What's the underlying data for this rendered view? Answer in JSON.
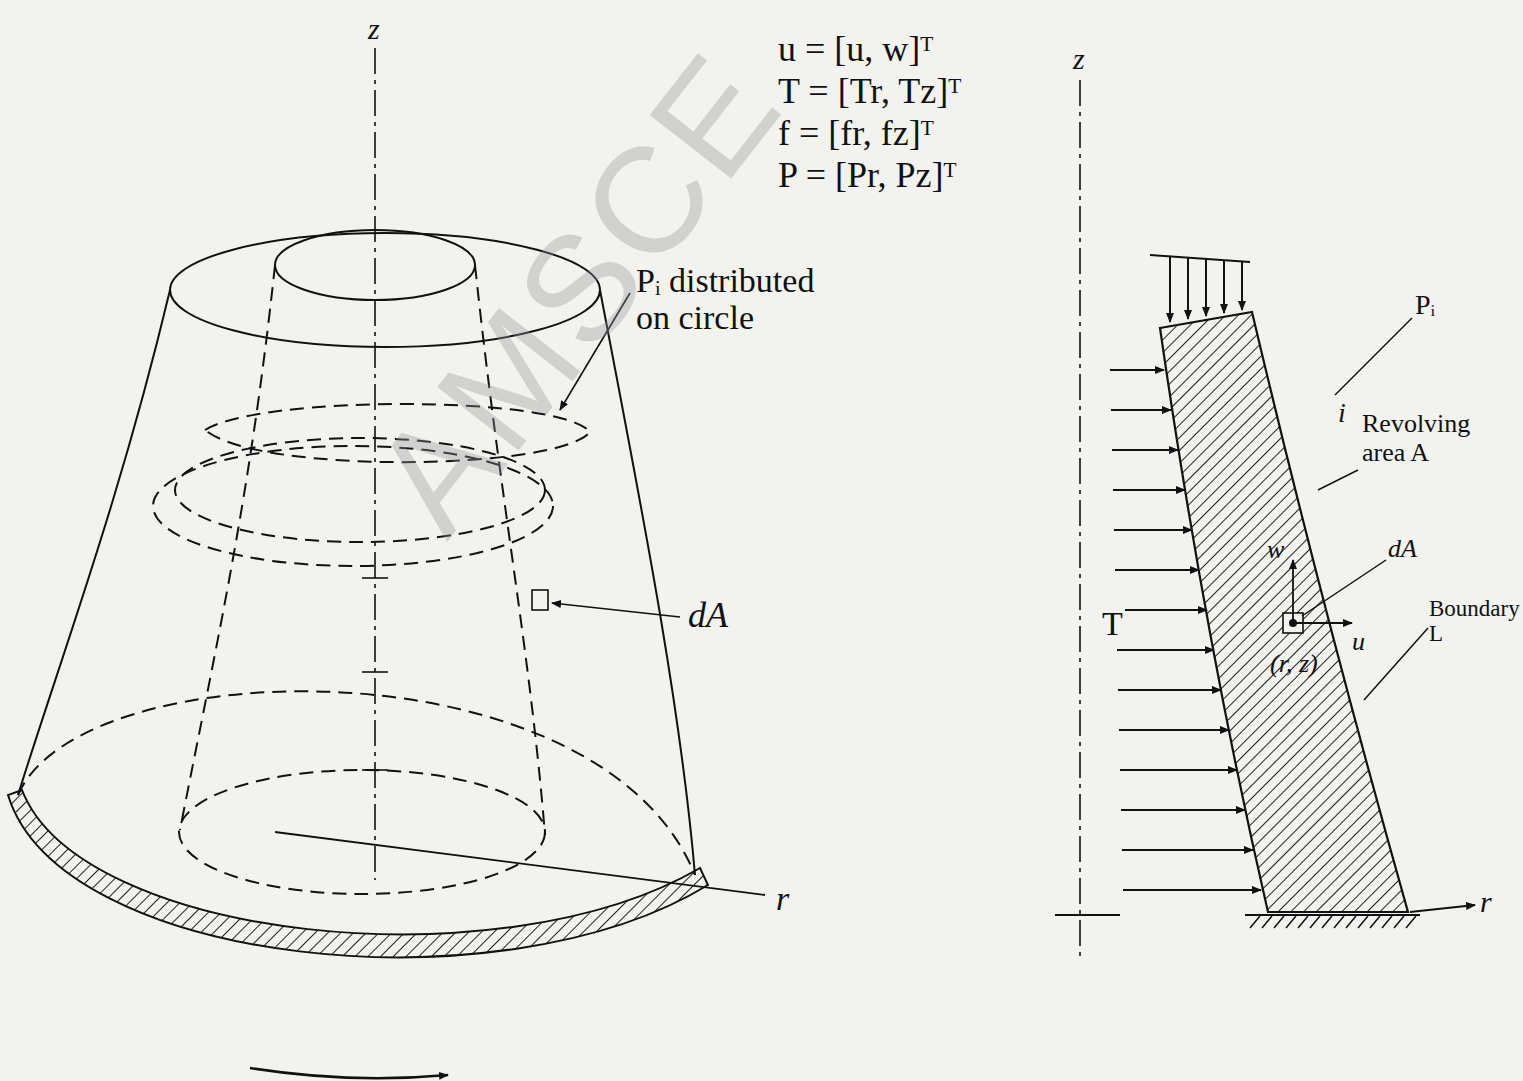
{
  "diagram": {
    "labels": [
      "z",
      "u = [u, w]ᵀ",
      "T = [Tr, Tz]ᵀ",
      "f = [fr, fz]ᵀ",
      "P = [Pr, Pz]ᵀ",
      "Pᵢ distributed on circle",
      "dA",
      "r",
      "z",
      "Pᵢ",
      "i",
      "Revolving area A",
      "w",
      "dA",
      "u",
      "(r, z)",
      "Boundary L",
      "T",
      "r",
      "AMSCE"
    ]
  }
}
